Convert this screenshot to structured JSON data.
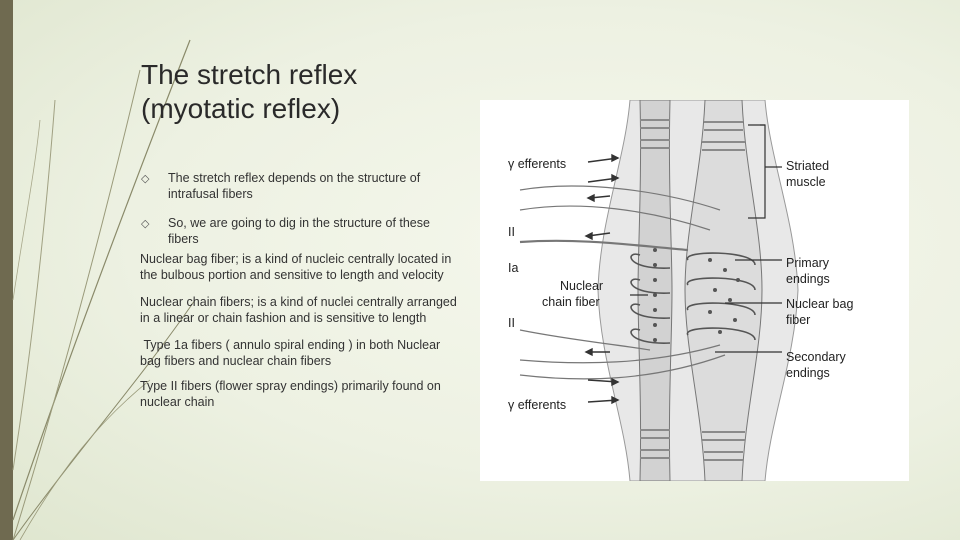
{
  "slide": {
    "title_line1": "The stretch reflex",
    "title_line2": "(myotatic reflex)",
    "bullets": [
      "The stretch reflex depends on the structure of intrafusal fibers",
      "So, we are going to dig in the structure of these fibers"
    ],
    "paragraphs": [
      "Nuclear bag fiber; is a kind of nucleic centrally located in the bulbous portion and sensitive to length and velocity",
      "Nuclear chain fibers;  is a kind of nuclei centrally arranged in a linear or chain fashion and is sensitive to length",
      " Type 1a fibers ( annulo spiral ending ) in both Nuclear bag fibers and nuclear chain fibers",
      "Type II fibers (flower spray endings) primarily found on nuclear chain"
    ]
  },
  "figure": {
    "labels": {
      "gamma_efferents_top": "γ efferents",
      "gamma_efferents_bottom": "γ efferents",
      "ii_top": "II",
      "ia": "Ia",
      "ii_bottom": "II",
      "nuclear_chain_line1": "Nuclear",
      "nuclear_chain_line2": "chain fiber",
      "striated_line1": "Striated",
      "striated_line2": "muscle",
      "primary_line1": "Primary",
      "primary_line2": "endings",
      "nuclear_bag_line1": "Nuclear bag",
      "nuclear_bag_line2": "fiber",
      "secondary_line1": "Secondary",
      "secondary_line2": "endings"
    }
  }
}
